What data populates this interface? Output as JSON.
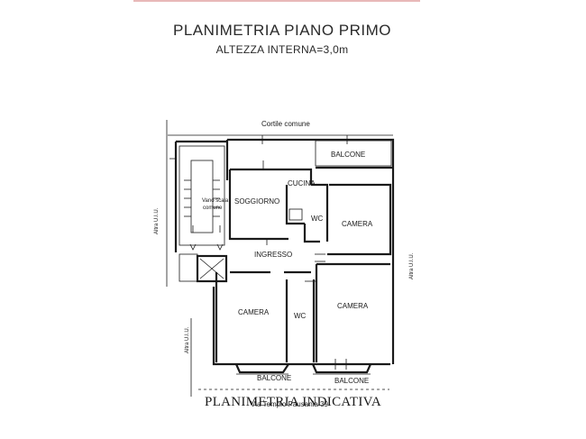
{
  "header": {
    "title": "PLANIMETRIA PIANO PRIMO",
    "subtitle": "ALTEZZA INTERNA=3,0m"
  },
  "labels": {
    "cortile": "Cortile comune",
    "balcone_top": "BALCONE",
    "cucina": "CUCINA",
    "soggiorno": "SOGGIORNO",
    "vano_scala_1": "Vano scala",
    "vano_scala_2": "comune",
    "wc_top": "WC",
    "camera_top_right": "CAMERA",
    "ingresso": "INGRESSO",
    "camera_bottom_left": "CAMERA",
    "wc_bottom": "WC",
    "camera_bottom_right": "CAMERA",
    "balcone_bottom_left": "BALCONE",
    "balcone_bottom_right": "BALCONE",
    "altra_left_top": "Altra U.I.U.",
    "altra_left_bottom": "Altra U.I.U.",
    "altra_right": "Altra U.I.U.",
    "street": "Via Tempio Pausania 39"
  },
  "footer": {
    "caption": "PLANIMETRIA INDICATIVA"
  }
}
